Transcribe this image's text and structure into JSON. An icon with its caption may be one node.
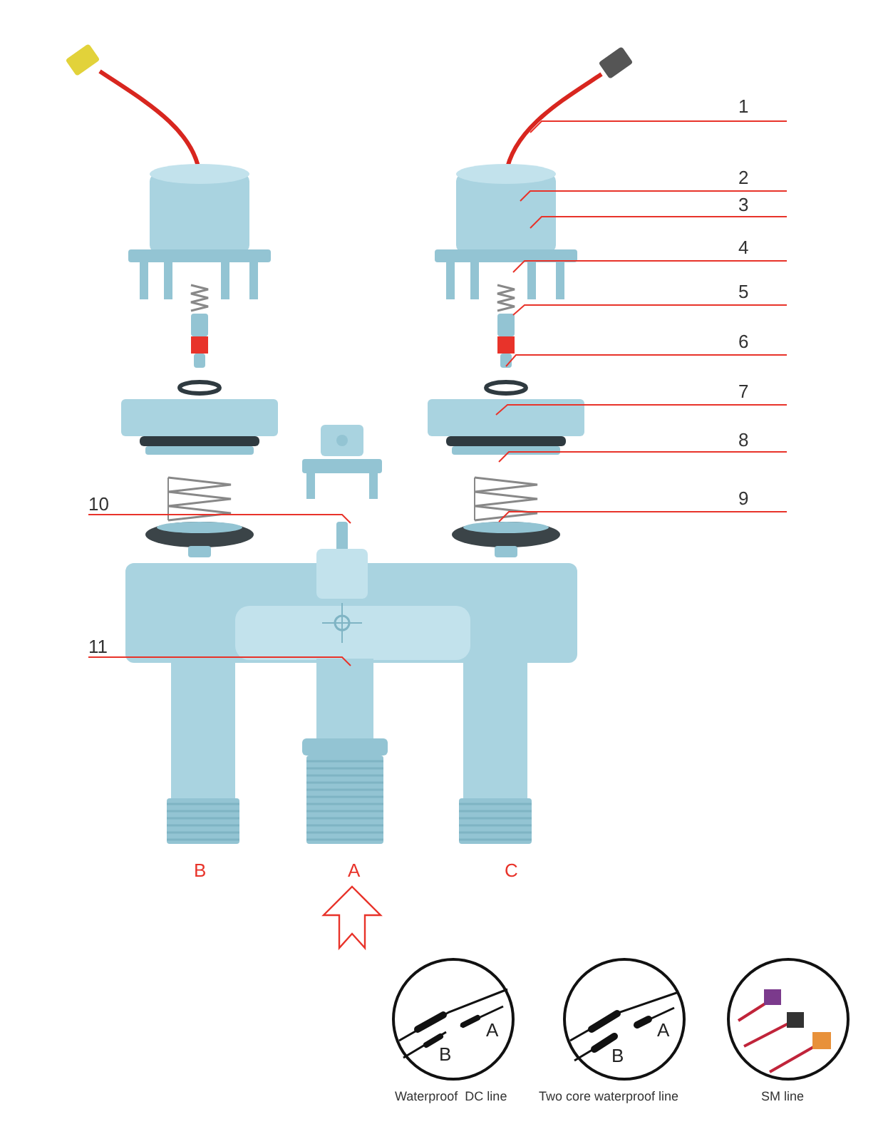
{
  "diagram": {
    "nodes": [
      {
        "text": [
          "1"
        ]
      },
      {
        "text": [
          "2"
        ]
      },
      {
        "text": [
          "3"
        ]
      },
      {
        "text": [
          "4"
        ]
      },
      {
        "text": [
          "5"
        ]
      },
      {
        "text": [
          "6"
        ]
      },
      {
        "text": [
          "7"
        ]
      },
      {
        "text": [
          "8"
        ]
      },
      {
        "text": [
          "9"
        ]
      },
      {
        "text": [
          "10"
        ]
      },
      {
        "text": [
          "11"
        ]
      },
      {
        "text": [
          "A",
          "B"
        ],
        "beside": [
          "Waterproof  DC line"
        ]
      },
      {
        "text": [
          "A",
          "B"
        ],
        "beside": [
          "Two core waterproof line"
        ]
      },
      {
        "text": [],
        "shape": "circle",
        "beside": [
          "SM line"
        ]
      }
    ],
    "edges": [
      {
        "from": 0,
        "to": null,
        "arrow": "none"
      },
      {
        "from": 1,
        "to": null,
        "arrow": "none"
      },
      {
        "from": 2,
        "to": null,
        "arrow": "none"
      },
      {
        "from": 3,
        "to": null,
        "arrow": "none"
      },
      {
        "from": 4,
        "to": null,
        "arrow": "none"
      },
      {
        "from": 5,
        "to": null,
        "arrow": "none"
      },
      {
        "from": 6,
        "to": null,
        "arrow": "none"
      },
      {
        "from": 7,
        "to": null,
        "arrow": "none"
      },
      {
        "from": 8,
        "to": null,
        "arrow": "none"
      },
      {
        "from": 9,
        "to": null,
        "arrow": "none"
      },
      {
        "from": 10,
        "to": null,
        "arrow": "none"
      }
    ],
    "labels": [
      "B",
      "A",
      "C"
    ]
  }
}
